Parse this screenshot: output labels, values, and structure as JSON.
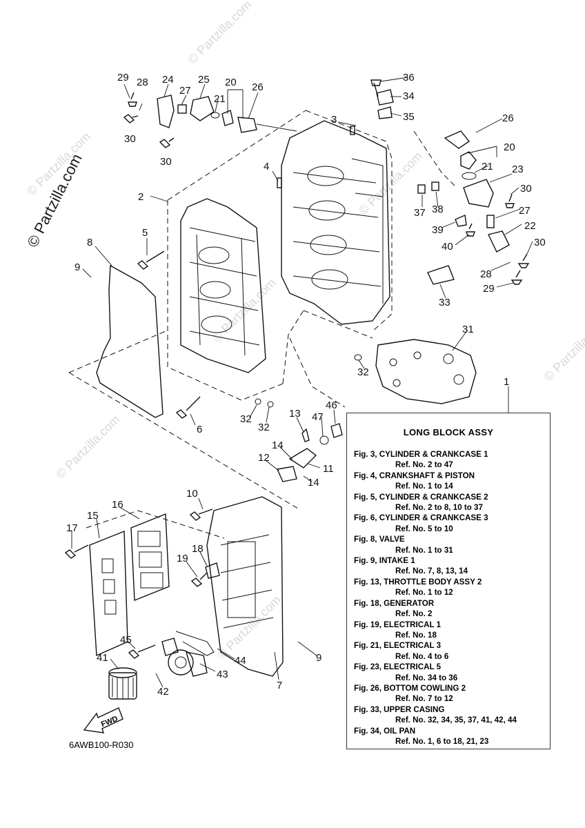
{
  "watermark": {
    "brand": "© Partzilla.com",
    "small": "© Partzilla.com"
  },
  "diagram_code": "6AWB100-R030",
  "fwd_label": "FWD",
  "legend": {
    "title": "LONG BLOCK ASSY",
    "entries": [
      {
        "fig": "Fig. 3, CYLINDER & CRANKCASE 1",
        "ref": "Ref. No. 2 to 47"
      },
      {
        "fig": "Fig. 4, CRANKSHAFT & PISTON",
        "ref": "Ref. No. 1 to 14"
      },
      {
        "fig": "Fig. 5, CYLINDER & CRANKCASE 2",
        "ref": "Ref. No. 2 to 8, 10 to 37"
      },
      {
        "fig": "Fig. 6, CYLINDER & CRANKCASE 3",
        "ref": "Ref. No. 5 to 10"
      },
      {
        "fig": "Fig. 8, VALVE",
        "ref": "Ref. No. 1 to 31"
      },
      {
        "fig": "Fig. 9, INTAKE 1",
        "ref": "Ref. No. 7, 8, 13, 14"
      },
      {
        "fig": "Fig. 13, THROTTLE BODY ASSY 2",
        "ref": "Ref. No. 1 to 12"
      },
      {
        "fig": "Fig. 18, GENERATOR",
        "ref": "Ref. No. 2"
      },
      {
        "fig": "Fig. 19, ELECTRICAL 1",
        "ref": "Ref. No. 18"
      },
      {
        "fig": "Fig. 21, ELECTRICAL 3",
        "ref": "Ref. No. 4 to 6"
      },
      {
        "fig": "Fig. 23, ELECTRICAL 5",
        "ref": "Ref. No. 34 to 36"
      },
      {
        "fig": "Fig. 26, BOTTOM COWLING 2",
        "ref": "Ref. No. 7 to 12"
      },
      {
        "fig": "Fig. 33, UPPER CASING",
        "ref": "Ref. No. 32, 34, 35, 37, 41, 42, 44"
      },
      {
        "fig": "Fig. 34, OIL PAN",
        "ref": "Ref. No. 1, 6 to 18, 21, 23"
      }
    ]
  },
  "callouts": [
    "1",
    "2",
    "3",
    "4",
    "5",
    "6",
    "7",
    "8",
    "9",
    "9",
    "10",
    "11",
    "12",
    "13",
    "14",
    "14",
    "15",
    "16",
    "17",
    "18",
    "19",
    "20",
    "20",
    "21",
    "21",
    "22",
    "23",
    "24",
    "25",
    "26",
    "26",
    "27",
    "27",
    "28",
    "28",
    "29",
    "29",
    "30",
    "30",
    "30",
    "30",
    "31",
    "32",
    "32",
    "32",
    "32",
    "33",
    "34",
    "35",
    "36",
    "37",
    "38",
    "39",
    "40",
    "41",
    "42",
    "43",
    "44",
    "45",
    "46",
    "47"
  ]
}
